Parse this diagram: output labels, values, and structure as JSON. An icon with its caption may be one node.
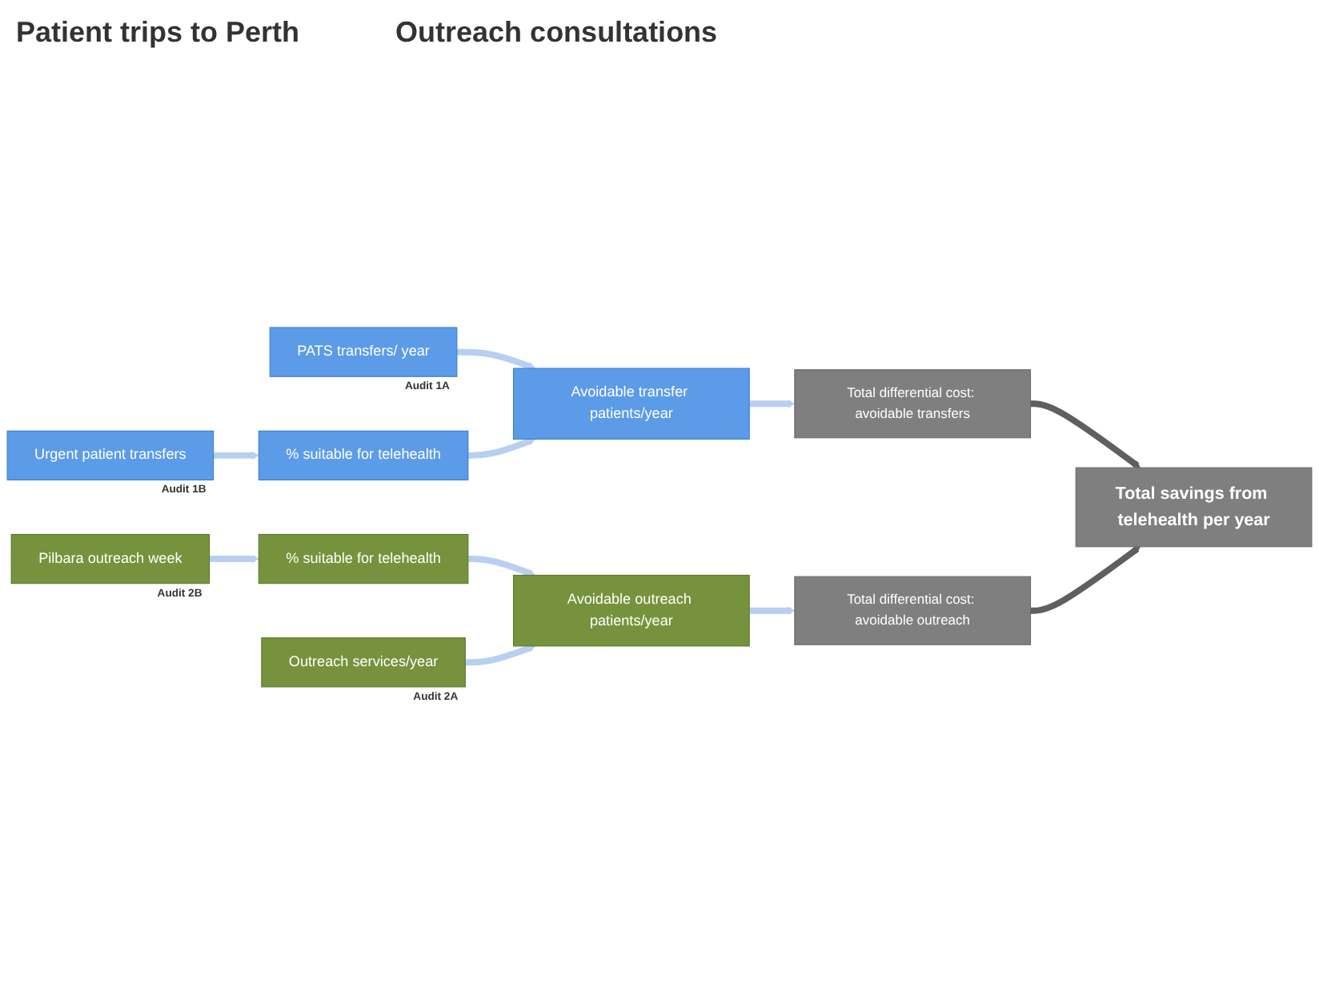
{
  "diagram": {
    "nodes": [
      {
        "text": [
          "PATS transfers/ year"
        ],
        "beside": [
          "Audit 1A"
        ]
      },
      {
        "text": [
          "Avoidable transfer patients/year"
        ]
      },
      {
        "text": [
          "Urgent patient transfers"
        ],
        "beside": [
          "Audit 1B"
        ]
      },
      {
        "text": [
          "% suitable for telehealth"
        ]
      },
      {
        "text": [
          "Total differential cost: avoidable transfers"
        ]
      },
      {
        "text": [
          "Total savings from telehealth per year"
        ]
      },
      {
        "text": [
          "Pilbara outreach week"
        ],
        "beside": [
          "Audit 2B"
        ]
      },
      {
        "text": [
          "% suitable for telehealth"
        ]
      },
      {
        "text": [
          "Outreach services/year"
        ],
        "beside": [
          "Audit 2A"
        ]
      },
      {
        "text": [
          "Avoidable outreach patients/year"
        ]
      },
      {
        "text": [
          "Total differential cost: avoidable outreach"
        ]
      }
    ],
    "edges": [
      {
        "from": 0,
        "to": 1,
        "arrow": "to"
      },
      {
        "from": 2,
        "to": 3,
        "arrow": "to"
      },
      {
        "from": 3,
        "to": 1,
        "arrow": "to"
      },
      {
        "from": 1,
        "to": 4,
        "arrow": "to"
      },
      {
        "from": 4,
        "to": 5,
        "arrow": "to",
        "color": "#5f5f5f"
      },
      {
        "from": 6,
        "to": 7,
        "arrow": "to"
      },
      {
        "from": 7,
        "to": 9,
        "arrow": "to"
      },
      {
        "from": 8,
        "to": 9,
        "arrow": "to"
      },
      {
        "from": 9,
        "to": 10,
        "arrow": "to"
      },
      {
        "from": 10,
        "to": 5,
        "arrow": "to",
        "color": "#5f5f5f"
      }
    ],
    "labels": [
      "Patient trips to Perth",
      "Outreach consultations"
    ]
  }
}
